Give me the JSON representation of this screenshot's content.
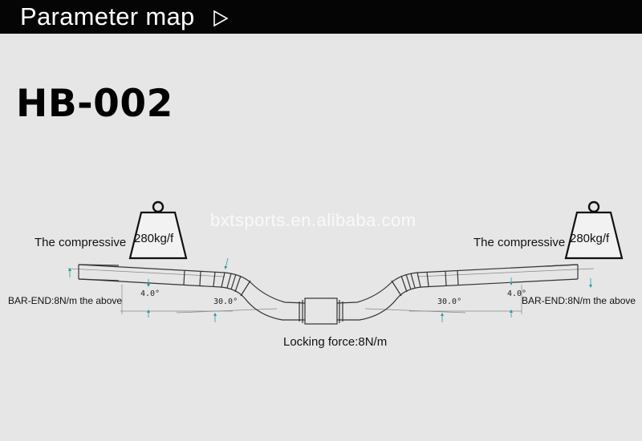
{
  "header": {
    "title": "Parameter map",
    "arrow_icon": "play-outline-icon"
  },
  "model": {
    "code": "HB-002"
  },
  "watermark": "bxtsports.en.alibaba.com",
  "weights": {
    "left": {
      "label": "The compressive",
      "value": "280kg/f",
      "icon": "weight-icon"
    },
    "right": {
      "label": "The compressive",
      "value": "280kg/f",
      "icon": "weight-icon"
    }
  },
  "bar_end": {
    "left": "BAR-END:8N/m the above",
    "right": "BAR-END:8N/m the above"
  },
  "locking_force": "Locking force:8N/m",
  "angles": {
    "left_rise": "4.0°",
    "left_sweep": "30.0°",
    "right_sweep": "30.0°",
    "right_rise": "4.0°"
  },
  "colors": {
    "header_bg": "#050505",
    "background": "#e6e6e6",
    "dimension_arrow": "#2a9a9a"
  }
}
